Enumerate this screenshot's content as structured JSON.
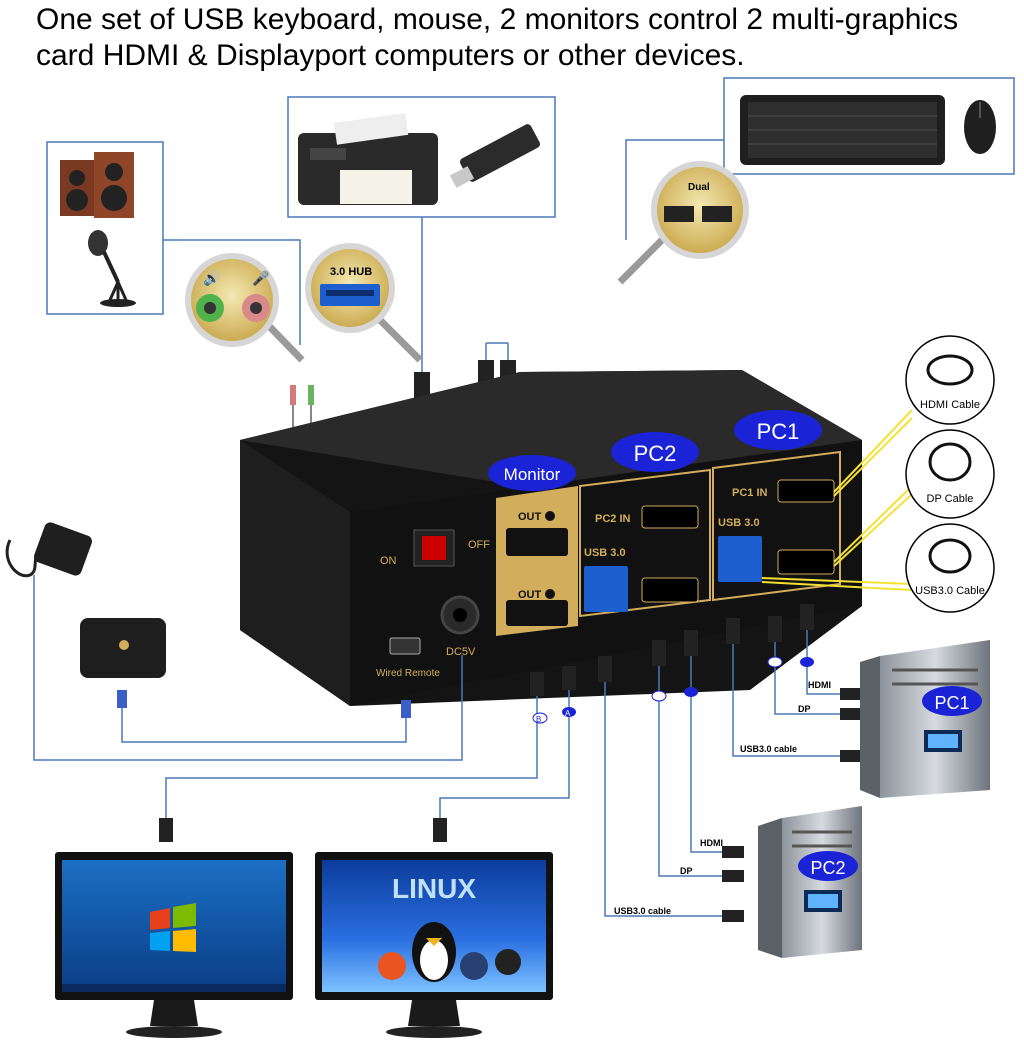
{
  "headline": {
    "line1": "One set of USB keyboard, mouse, 2 monitors control 2 multi-graphics",
    "line2": "card HDMI & Displayport computers or other devices."
  },
  "device": {
    "badge_monitor": "Monitor",
    "badge_pc2": "PC2",
    "badge_pc1": "PC1",
    "on_label": "ON",
    "off_label": "OFF",
    "out_b": "OUT",
    "out_a": "OUT",
    "pc2_in": "PC2 IN",
    "pc1_in": "PC1 IN",
    "usb30_left": "USB 3.0",
    "usb30_right": "USB 3.0",
    "dc5v": "DC5V",
    "wired_remote": "Wired Remote",
    "hub_label": "3.0 HUB",
    "dual_label": "Dual"
  },
  "legend": {
    "hdmi_cable": "HDMI Cable",
    "dp_cable": "DP Cable",
    "usb_cable": "USB3.0 Cable"
  },
  "cables": {
    "hdmi_pc1": "HDMI",
    "dp_pc1": "DP",
    "usb_pc1": "USB3.0 cable",
    "hdmi_pc2": "HDMI",
    "dp_pc2": "DP",
    "usb_pc2": "USB3.0 cable"
  },
  "computers": {
    "pc1": "PC1",
    "pc2": "PC2"
  },
  "monitors": {
    "linux_logo": "LINUX"
  },
  "colors": {
    "badge_blue": "#1a24d6",
    "gold": "#d2ad5b",
    "line_blue": "#4a78b8",
    "cable_yellow": "#f2e233",
    "chassis": "#1b1b1b"
  }
}
